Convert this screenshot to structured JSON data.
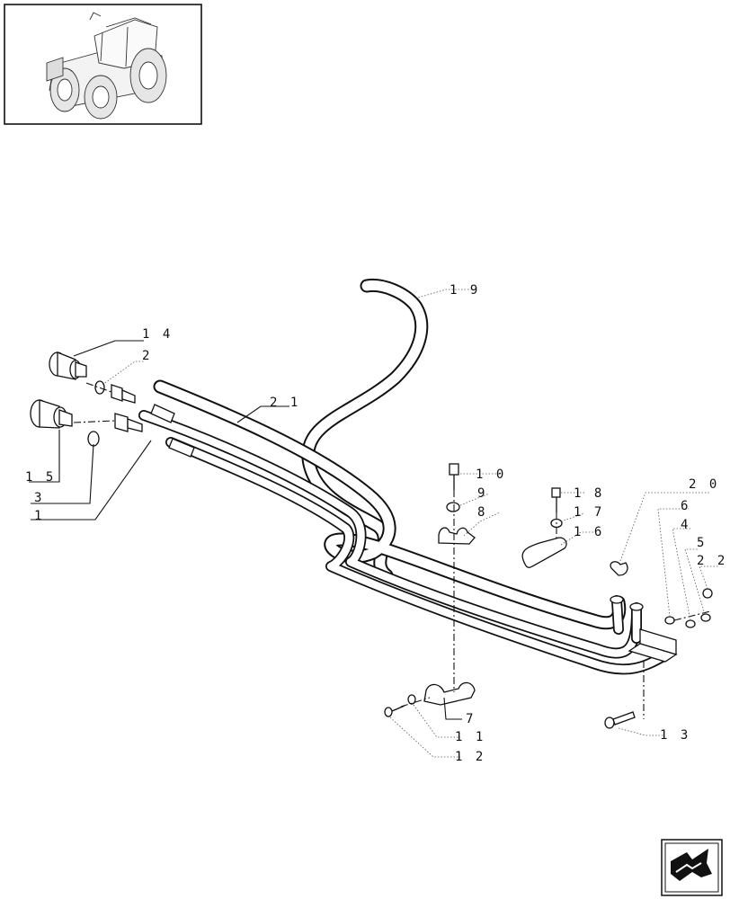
{
  "diagram": {
    "labels": [
      {
        "id": "19",
        "text": "1 9"
      },
      {
        "id": "14",
        "text": "1 4"
      },
      {
        "id": "2",
        "text": "2"
      },
      {
        "id": "21",
        "text": "2 1"
      },
      {
        "id": "15",
        "text": "1 5"
      },
      {
        "id": "3",
        "text": "3"
      },
      {
        "id": "1",
        "text": "1"
      },
      {
        "id": "10",
        "text": "1 0"
      },
      {
        "id": "9",
        "text": "9"
      },
      {
        "id": "8",
        "text": "8"
      },
      {
        "id": "18",
        "text": "1 8"
      },
      {
        "id": "17",
        "text": "1 7"
      },
      {
        "id": "16",
        "text": "1 6"
      },
      {
        "id": "20",
        "text": "2 0"
      },
      {
        "id": "6",
        "text": "6"
      },
      {
        "id": "4",
        "text": "4"
      },
      {
        "id": "5",
        "text": "5"
      },
      {
        "id": "22",
        "text": "2 2"
      },
      {
        "id": "7",
        "text": "7"
      },
      {
        "id": "11",
        "text": "1 1"
      },
      {
        "id": "12",
        "text": "1 2"
      },
      {
        "id": "13",
        "text": "1 3"
      }
    ]
  },
  "icons": {
    "thumbnail": "tractor-thumbnail-icon",
    "navigation": "next-page-arrow-icon"
  },
  "colors": {
    "ink": "#111111",
    "background": "#ffffff"
  }
}
